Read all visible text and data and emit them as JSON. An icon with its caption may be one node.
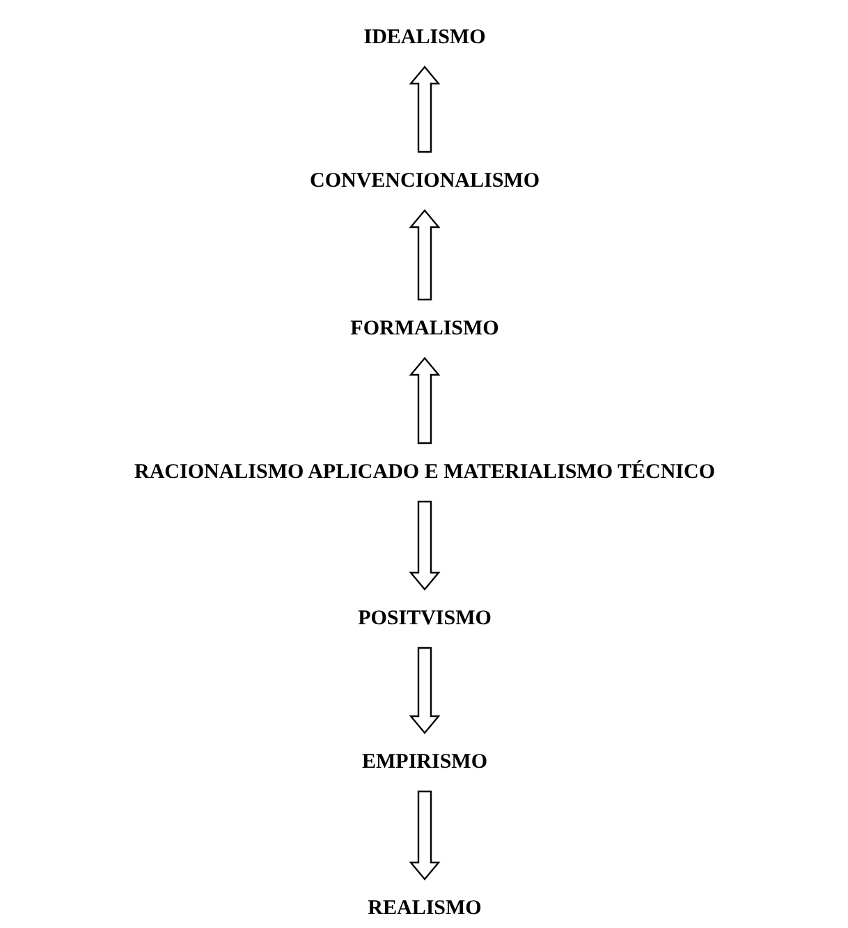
{
  "diagram": {
    "nodes": [
      {
        "text": [
          "IDEALISMO"
        ]
      },
      {
        "text": [
          "CONVENCIONALISMO"
        ]
      },
      {
        "text": [
          "FORMALISMO"
        ]
      },
      {
        "text": [
          "RACIONALISMO APLICADO E MATERIALISMO TÉCNICO"
        ]
      },
      {
        "text": [
          "POSITVISMO"
        ]
      },
      {
        "text": [
          "EMPIRISMO"
        ]
      },
      {
        "text": [
          "REALISMO"
        ]
      }
    ],
    "edges": [
      {
        "from": 1,
        "to": 0,
        "arrow": "to"
      },
      {
        "from": 2,
        "to": 1,
        "arrow": "to"
      },
      {
        "from": 3,
        "to": 2,
        "arrow": "to"
      },
      {
        "from": 3,
        "to": 4,
        "arrow": "to"
      },
      {
        "from": 4,
        "to": 5,
        "arrow": "to"
      },
      {
        "from": 5,
        "to": 6,
        "arrow": "to"
      }
    ]
  }
}
